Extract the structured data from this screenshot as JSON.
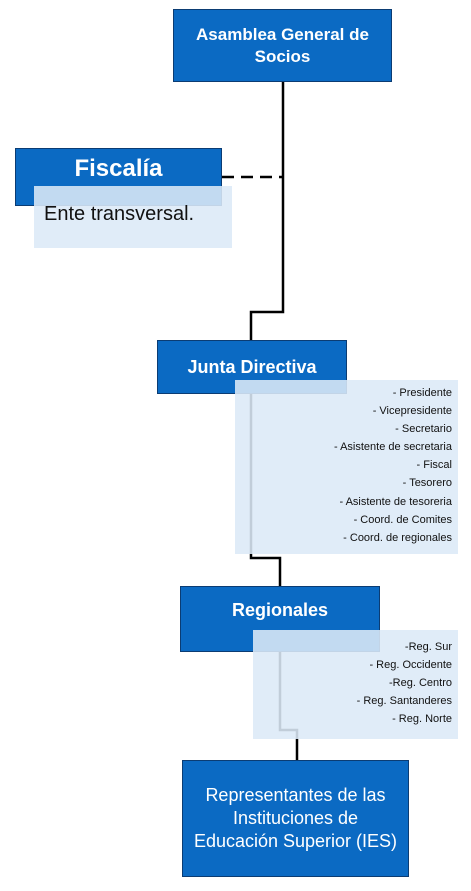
{
  "diagram": {
    "asamblea": {
      "label": "Asamblea General de Socios"
    },
    "fiscalia": {
      "label": "Fiscalía",
      "note": "Ente transversal."
    },
    "junta": {
      "label": "Junta Directiva",
      "items": [
        "- Presidente",
        "- Vicepresidente",
        "- Secretario",
        "- Asistente de secretaria",
        "- Fiscal",
        "- Tesorero",
        "- Asistente de tesoreria",
        "- Coord. de Comites",
        "- Coord.  de regionales"
      ]
    },
    "regionales": {
      "label": "Regionales",
      "items": [
        "-Reg. Sur",
        "- Reg. Occidente",
        "-Reg. Centro",
        "- Reg. Santanderes",
        "- Reg. Norte"
      ]
    },
    "representantes": {
      "label": "Representantes de las Instituciones de Educación Superior (IES)"
    },
    "colors": {
      "box_fill": "#0b6ac3",
      "box_border": "#0b3c73",
      "panel_fill": "#dce9f7",
      "connector": "#000000"
    }
  }
}
